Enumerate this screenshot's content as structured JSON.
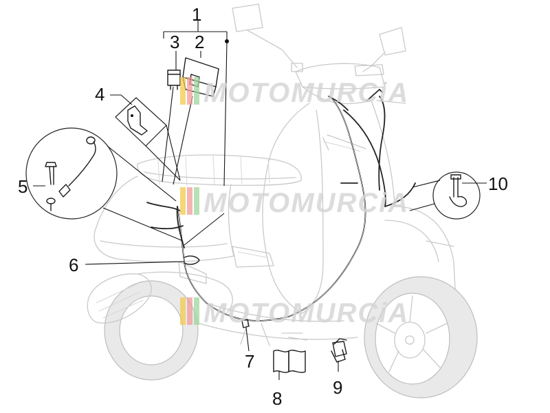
{
  "watermark": {
    "text": "MOTOMURCiA",
    "stripe_colors": [
      "#f2c94c",
      "#f29b9b",
      "#9fd59b"
    ]
  },
  "callouts": [
    {
      "id": "1",
      "label": "1"
    },
    {
      "id": "2",
      "label": "2"
    },
    {
      "id": "3",
      "label": "3"
    },
    {
      "id": "4",
      "label": "4"
    },
    {
      "id": "5",
      "label": "5"
    },
    {
      "id": "6",
      "label": "6"
    },
    {
      "id": "7",
      "label": "7"
    },
    {
      "id": "8",
      "label": "8"
    },
    {
      "id": "9",
      "label": "9"
    },
    {
      "id": "10",
      "label": "10"
    }
  ],
  "colors": {
    "line": "#1a1a1a",
    "ghost": "#c9c9c9",
    "background": "#ffffff"
  }
}
